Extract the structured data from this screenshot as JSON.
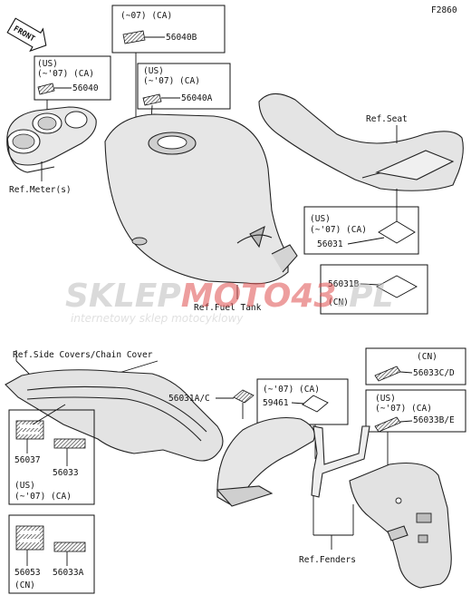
{
  "diagram_code": "F2860",
  "front_label": "FRONT",
  "watermark": {
    "part1": "SKLEP",
    "part2": "MOTO",
    "part3": "43",
    "part4": ".PL",
    "tagline": "internetowy sklep motocyklowy"
  },
  "labels": {
    "ca07_top": "(~07) (CA)",
    "p56040B": "56040B",
    "us_meter": "(US)",
    "ca07_meter": "(~'07) (CA)",
    "p56040": "56040",
    "us_tank": "(US)",
    "ca07_tank": "(~'07) (CA)",
    "p56040A": "56040A",
    "ref_seat": "Ref.Seat",
    "ref_meter": "Ref.Meter(s)",
    "us_seat": "(US)",
    "ca07_seat": "(~'07) (CA)",
    "p56031": "56031",
    "p56031B": "56031B",
    "cn_seat": "(CN)",
    "ref_fuel_tank": "Ref.Fuel Tank",
    "ref_side_covers": "Ref.Side Covers/Chain Cover",
    "cn_right": "(CN)",
    "p56033CD": "56033C/D",
    "p56031AC": "56031A/C",
    "ca07_mid": "(~'07) (CA)",
    "p59461": "59461",
    "us_right": "(US)",
    "ca07_right": "(~'07) (CA)",
    "p56033BE": "56033B/E",
    "p56037": "56037",
    "p56033": "56033",
    "us_left": "(US)",
    "ca07_left": "(~'07) (CA)",
    "p56053": "56053",
    "p56033A": "56033A",
    "cn_left": "(CN)",
    "ref_fenders": "Ref.Fenders"
  }
}
